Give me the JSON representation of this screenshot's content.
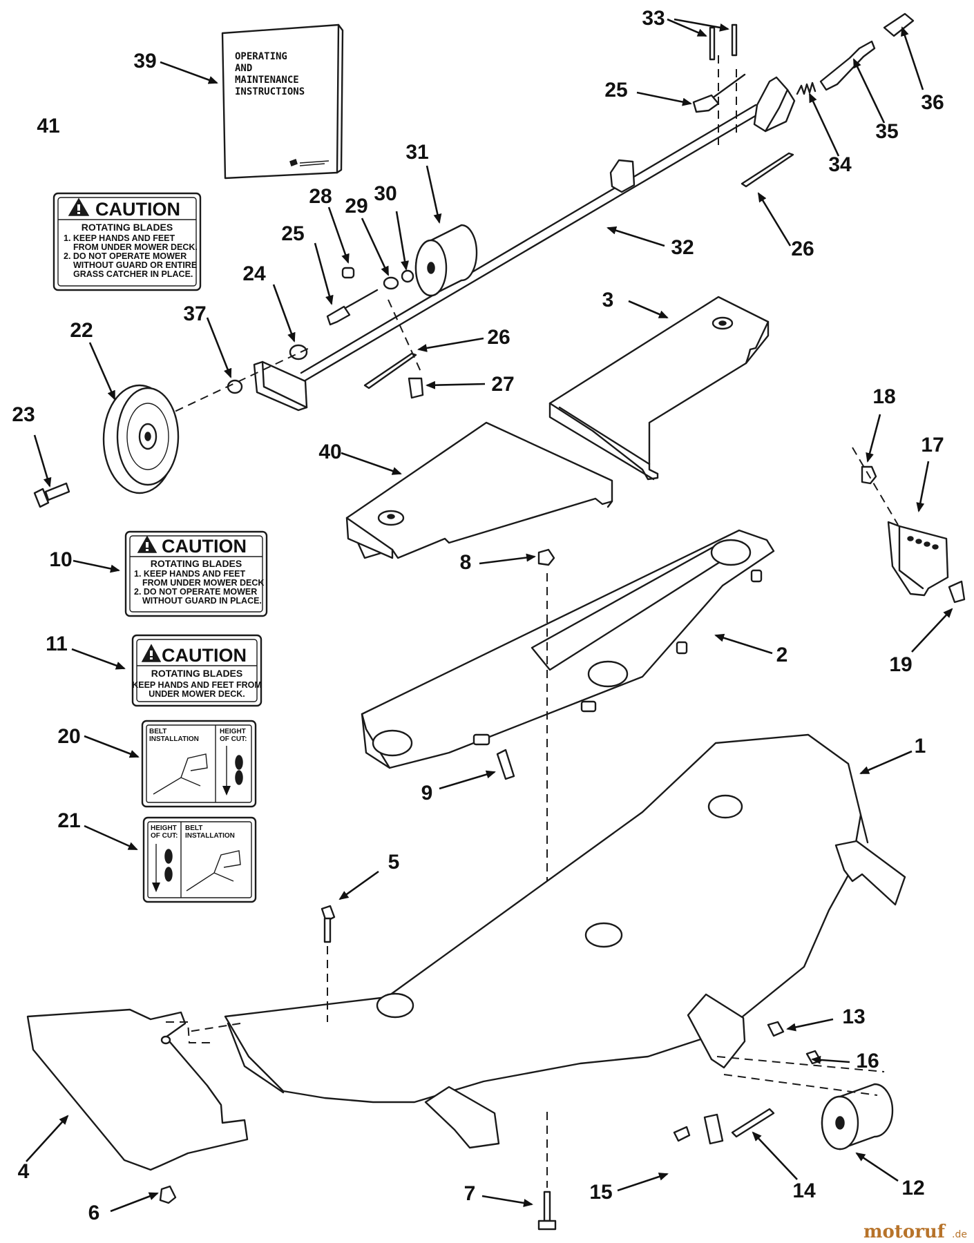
{
  "manual": {
    "lines": [
      "OPERATING",
      "AND",
      "MAINTENANCE",
      "INSTRUCTIONS"
    ]
  },
  "decals": {
    "caution_large_41": {
      "title": "CAUTION",
      "subtitle": "ROTATING BLADES",
      "lines": [
        "1. KEEP HANDS AND FEET",
        "FROM UNDER MOWER DECK.",
        "2. DO NOT OPERATE MOWER",
        "WITHOUT GUARD OR ENTIRE",
        "GRASS CATCHER IN PLACE."
      ]
    },
    "caution_10": {
      "title": "CAUTION",
      "subtitle": "ROTATING BLADES",
      "lines": [
        "1. KEEP HANDS AND FEET",
        "FROM UNDER MOWER DECK",
        "2. DO NOT OPERATE MOWER",
        "WITHOUT GUARD IN PLACE."
      ]
    },
    "caution_11": {
      "title": "CAUTION",
      "subtitle": "ROTATING BLADES",
      "lines": [
        "KEEP HANDS AND FEET FROM",
        "UNDER MOWER DECK."
      ]
    },
    "belt_20": {
      "left_title": [
        "BELT",
        "INSTALLATION"
      ],
      "right_title": [
        "HEIGHT",
        "OF CUT:"
      ]
    },
    "belt_21": {
      "left_title": [
        "HEIGHT",
        "OF CUT:"
      ],
      "right_title": [
        "BELT",
        "INSTALLATION"
      ]
    }
  },
  "callouts": [
    "1",
    "2",
    "3",
    "4",
    "5",
    "6",
    "7",
    "8",
    "9",
    "10",
    "11",
    "12",
    "13",
    "14",
    "15",
    "16",
    "17",
    "18",
    "19",
    "20",
    "21",
    "22",
    "23",
    "24",
    "25",
    "25",
    "26",
    "26",
    "27",
    "28",
    "29",
    "30",
    "31",
    "32",
    "33",
    "34",
    "35",
    "36",
    "37",
    "39",
    "40",
    "41"
  ],
  "watermark": {
    "brand": "motoruf",
    "suffix": ".de"
  }
}
